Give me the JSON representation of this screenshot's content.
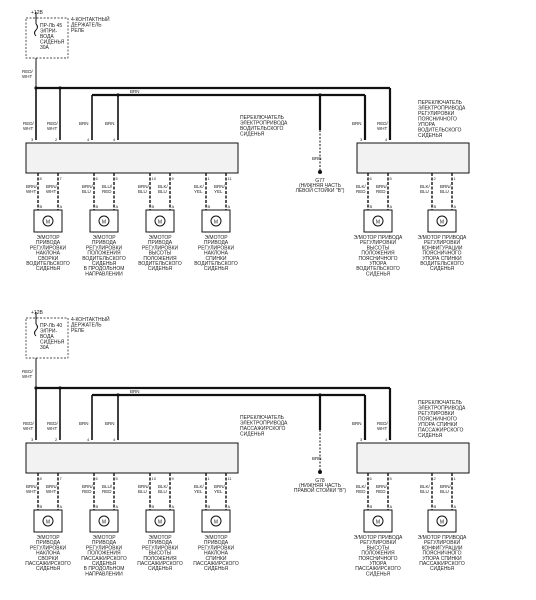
{
  "sections": [
    {
      "id": "driver",
      "power": "+12В",
      "relay_label": [
        "4-КОНТАКТНЫЙ",
        "ДЕРЖАТЕЛЬ",
        "РЕЛЕ"
      ],
      "fuse": [
        "ПР-ЛЬ 45",
        "Э/ПРИ-",
        "ВОДА",
        "СИДЕНЬЯ",
        "30А"
      ],
      "feed_wire": [
        "RED/",
        "WHT"
      ],
      "brn_bus": "BRN",
      "switch1": [
        "ПЕРЕКЛЮЧАТЕЛЬ",
        "ЭЛЕКТРОПРИВОДА",
        "ВОДИТЕЛЬСКОГО",
        "СИДЕНЬЯ"
      ],
      "switch2": [
        "ПЕРЕКЛЮЧАТЕЛЬ",
        "ЭЛЕКТРОПРИВОДА",
        "РЕГУЛИРОВКИ",
        "ПОЯСНИЧНОГО",
        "УПОРА",
        "ВОДИТЕЛЬСКОГО",
        "СИДЕНЬЯ"
      ],
      "ground": [
        "G77",
        "(НИЖНЯЯ ЧАСТЬ",
        "ЛЕВОЙ СТОЙКИ \"В\")"
      ],
      "top_wires": [
        [
          "RED/",
          "WHT"
        ],
        [
          "RED/",
          "WHT"
        ],
        [
          "BRN"
        ],
        [
          "BRN"
        ]
      ],
      "top_pins": [
        "3",
        "2",
        "4",
        "4"
      ],
      "right_top_wires": [
        [
          "BRN"
        ],
        [
          "RED/",
          "WHT"
        ]
      ],
      "right_top_pins": [
        "3",
        "4"
      ],
      "motors": [
        {
          "label": [
            "Э/МОТОР",
            "ПРИВОДА",
            "РЕГУЛИРОВКИ",
            "НАКЛОНА",
            "СВОРКИ",
            "ВОДИТЕЛЬСКОГО",
            "СИДЕНЬЯ"
          ],
          "wires": [
            [
              "BRN/",
              "WHT"
            ],
            [
              "BRN/",
              "WHT"
            ]
          ],
          "pins": [
            "8",
            "7"
          ]
        },
        {
          "label": [
            "Э/МОТОР",
            "ПРИВОДА",
            "РЕГУЛИРОВКИ",
            "ПОЛОЖЕНИЯ",
            "ВОДИТЕЛЬСКОГО",
            "СИДЕНЬЯ",
            "В ПРОДОЛЬНОМ",
            "НАПРАВЛЕНИИ"
          ],
          "wires": [
            [
              "BRN/",
              "BLU"
            ],
            [
              "BLU/",
              "RED"
            ]
          ],
          "pins": [
            "6",
            "5"
          ]
        },
        {
          "label": [
            "Э/МОТОР",
            "ПРИВОДА",
            "РЕГУЛИРОВКИ",
            "ВЫСОТЫ",
            "ПОЛОЖЕНИЯ",
            "ВОДИТЕЛЬСКОГО",
            "СИДЕНЬЯ"
          ],
          "wires": [
            [
              "BRN/",
              "BLU"
            ],
            [
              "BLK/",
              "BLU"
            ]
          ],
          "pins": [
            "10",
            "9"
          ]
        },
        {
          "label": [
            "Э/МОТОР",
            "ПРИВОДА",
            "РЕГУЛИРОВКИ",
            "НАКЛОНА",
            "СПИНКИ",
            "ВОДИТЕЛЬСКОГО",
            "СИДЕНЬЯ"
          ],
          "wires": [
            [
              "BLK/",
              "YEL"
            ],
            [
              "BRN/",
              "YEL"
            ]
          ],
          "pins": [
            "1",
            "11"
          ]
        }
      ],
      "right_motors": [
        {
          "label": [
            "Э/МОТОР ПРИВОДА",
            "РЕГУЛИРОВКИ",
            "ВЫСОТЫ",
            "ПОЛОЖЕНИЯ",
            "ПОЯСНИЧНОГО",
            "УПОРА",
            "ВОДИТЕЛЬСКОГО",
            "СИДЕНЬЯ"
          ],
          "wires": [
            [
              "BLK/",
              "RED"
            ],
            [
              "BRN/",
              "RED"
            ]
          ],
          "pins": [
            "6",
            "5"
          ]
        },
        {
          "label": [
            "Э/МОТОР ПРИВОДА",
            "РЕГУЛИРОВКИ",
            "КОНФИГУРАЦИИ",
            "ПОЯСНИЧНОГО",
            "УПОРА СПИНКИ",
            "ВОДИТЕЛЬСКОГО",
            "СИДЕНЬЯ"
          ],
          "wires": [
            [
              "BLK/",
              "BLU"
            ],
            [
              "BRN/",
              "BLU"
            ]
          ],
          "pins": [
            "2",
            "1"
          ]
        }
      ],
      "motor_pins": [
        "B",
        "A"
      ]
    },
    {
      "id": "passenger",
      "power": "+12В",
      "relay_label": [
        "4-КОНТАКТНЫЙ",
        "ДЕРЖАТЕЛЬ",
        "РЕЛЕ"
      ],
      "fuse": [
        "ПР-ЛЬ 40",
        "Э/ПРИ-",
        "ВОДА",
        "СИДЕНЬЯ",
        "30А"
      ],
      "feed_wire": [
        "RED/",
        "WHT"
      ],
      "brn_bus": "BRN",
      "switch1": [
        "ПЕРЕКЛЮЧАТЕЛЬ",
        "ЭЛЕКТРОПРИВОДА",
        "ПАССАЖИРСКОГО",
        "СИДЕНЬЯ"
      ],
      "switch2": [
        "ПЕРЕКЛЮЧАТЕЛЬ",
        "ЭЛЕКТРОПРИВОДА",
        "РЕГУЛИРОВКИ",
        "ПОЯСНИЧНОГО",
        "УПОРА СПИНКИ",
        "ПАССАЖИРСКОГО",
        "СИДЕНЬЯ"
      ],
      "ground": [
        "G78",
        "(НИЖНЯЯ ЧАСТЬ",
        "ПРАВОЙ СТОЙКИ \"В\")"
      ],
      "top_wires": [
        [
          "RED/",
          "WHT"
        ],
        [
          "RED/",
          "WHT"
        ],
        [
          "BRN"
        ],
        [
          "BRN"
        ]
      ],
      "top_pins": [
        "3",
        "2",
        "4",
        "4"
      ],
      "right_top_wires": [
        [
          "BRN"
        ],
        [
          "RED/",
          "WHT"
        ]
      ],
      "right_top_pins": [
        "3",
        "4"
      ],
      "motors": [
        {
          "label": [
            "Э/МОТОР",
            "ПРИВОДА",
            "РЕГУЛИРОВКИ",
            "НАКЛОНА",
            "СВОРКИ",
            "ПАССАЖИРСКОГО",
            "СИДЕНЬЯ"
          ],
          "wires": [
            [
              "BRN/",
              "WHT"
            ],
            [
              "BRN/",
              "WHT"
            ]
          ],
          "pins": [
            "8",
            "7"
          ]
        },
        {
          "label": [
            "Э/МОТОР",
            "ПРИВОДА",
            "РЕГУЛИРОВКИ",
            "ПОЛОЖЕНИЯ",
            "ПАССАЖИРСКОГО",
            "СИДЕНЬЯ",
            "В ПРОДОЛЬНОМ",
            "НАПРАВЛЕНИИ"
          ],
          "wires": [
            [
              "BRN/",
              "RED"
            ],
            [
              "BLU/",
              "RED"
            ]
          ],
          "pins": [
            "6",
            "5"
          ]
        },
        {
          "label": [
            "Э/МОТОР",
            "ПРИВОДА",
            "РЕГУЛИРОВКИ",
            "ВЫСОТЫ",
            "ПОЛОЖЕНИЯ",
            "ПАССАЖИРСКОГО",
            "СИДЕНЬЯ"
          ],
          "wires": [
            [
              "BRN/",
              "BLU"
            ],
            [
              "BLK/",
              "BLU"
            ]
          ],
          "pins": [
            "10",
            "9"
          ]
        },
        {
          "label": [
            "Э/МОТОР",
            "ПРИВОДА",
            "РЕГУЛИРОВКИ",
            "НАКЛОНА",
            "СПИНКИ",
            "ПАССАЖИРСКОГО",
            "СИДЕНЬЯ"
          ],
          "wires": [
            [
              "BLK/",
              "YEL"
            ],
            [
              "BRN/",
              "YEL"
            ]
          ],
          "pins": [
            "1",
            "11"
          ]
        }
      ],
      "right_motors": [
        {
          "label": [
            "Э/МОТОР ПРИВОДА",
            "РЕГУЛИРОВКИ",
            "ВЫСОТЫ",
            "ПОЛОЖЕНИЯ",
            "ПОЯСНИЧНОГО",
            "УПОРА",
            "ПАССАЖИРСКОГО",
            "СИДЕНЬЯ"
          ],
          "wires": [
            [
              "BLK/",
              "RED"
            ],
            [
              "BRN/",
              "RED"
            ]
          ],
          "pins": [
            "6",
            "5"
          ]
        },
        {
          "label": [
            "Э/МОТОР ПРИВОДА",
            "РЕГУЛИРОВКИ",
            "КОНФИГУРАЦИИ",
            "ПОЯСНИЧНОГО",
            "УПОРА СПИНКИ",
            "ПАССАЖИРСКОГО",
            "СИДЕНЬЯ"
          ],
          "wires": [
            [
              "BLK/",
              "BLU"
            ],
            [
              "BRN/",
              "BLU"
            ]
          ],
          "pins": [
            "2",
            "1"
          ]
        }
      ],
      "motor_pins": [
        "B",
        "A"
      ]
    }
  ],
  "motor_symbol": "M",
  "colors": {
    "line": "#111111",
    "box": "#f2f2f2",
    "text": "#222222"
  }
}
